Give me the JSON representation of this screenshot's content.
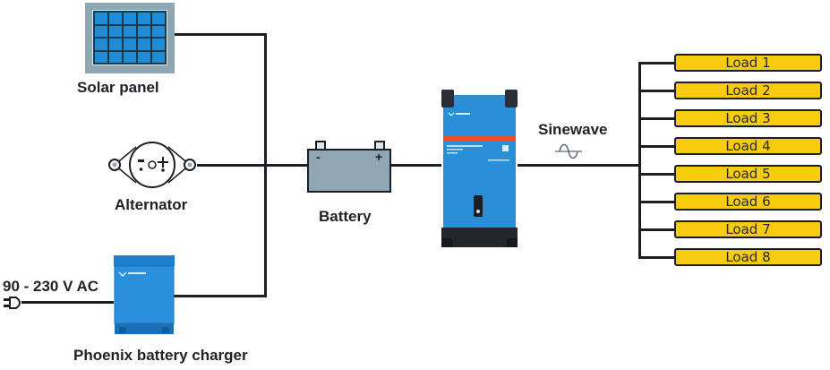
{
  "diagram": {
    "title": "Off-grid power system wiring",
    "sources": {
      "solar_panel": {
        "label": "Solar panel",
        "icon": "solar-panel-icon"
      },
      "alternator": {
        "label": "Alternator",
        "icon": "alternator-icon",
        "symbols": "-o+"
      },
      "charger": {
        "label": "Phoenix battery charger",
        "icon": "battery-charger-icon",
        "brand": "victron energy",
        "input_label": "90 - 230 V AC"
      }
    },
    "battery": {
      "label": "Battery",
      "neg": "-",
      "pos": "+"
    },
    "inverter": {
      "icon": "inverter-icon",
      "brand": "victron energy"
    },
    "output": {
      "label": "Sinewave",
      "icon": "sine-wave-icon"
    },
    "loads": [
      {
        "label": "Load 1"
      },
      {
        "label": "Load 2"
      },
      {
        "label": "Load 3"
      },
      {
        "label": "Load 4"
      },
      {
        "label": "Load 5"
      },
      {
        "label": "Load 6"
      },
      {
        "label": "Load 7"
      },
      {
        "label": "Load 8"
      }
    ],
    "colors": {
      "wire": "#1b1f24",
      "load_fill": "#f6cc0c",
      "device_blue": "#1e8bd6",
      "battery_fill": "#8fa7b2",
      "inverter_stripe": "#e8522a"
    }
  }
}
